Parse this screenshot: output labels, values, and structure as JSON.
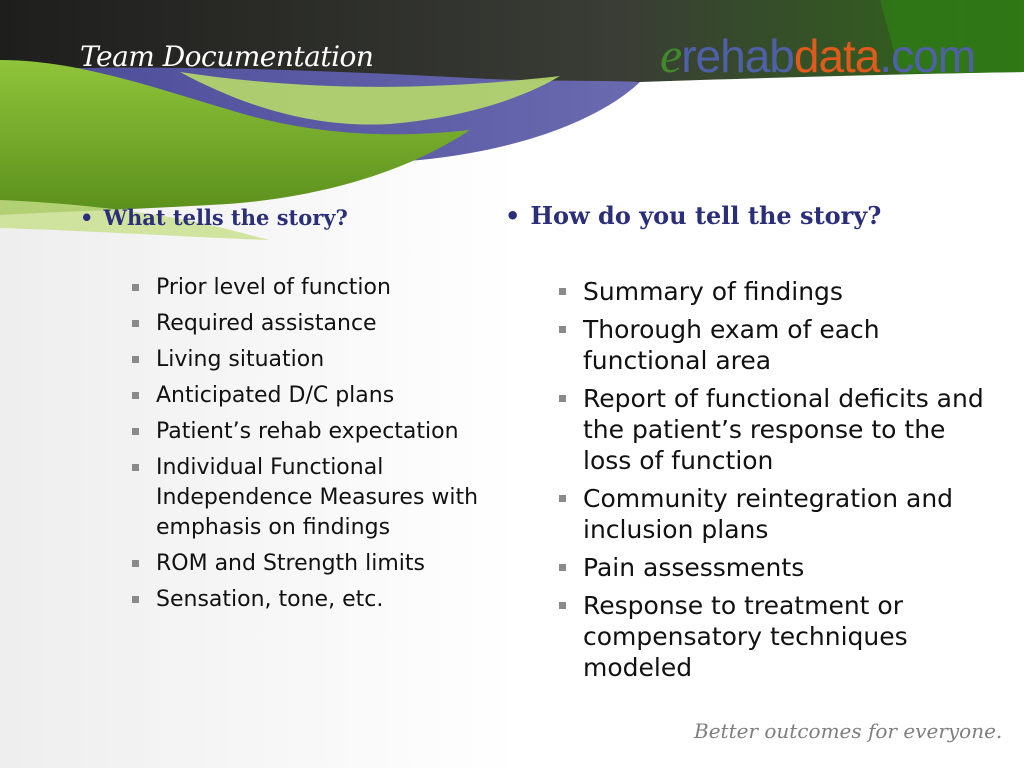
{
  "slide": {
    "title": "Team Documentation",
    "logo": {
      "part_e": "e",
      "part_rehab": "rehab",
      "part_data": "data",
      "part_com": ".com"
    },
    "tagline": "Better outcomes for everyone.",
    "left_column": {
      "bullet": "•",
      "heading": "What tells the story?",
      "items": [
        "Prior level of function",
        "Required assistance",
        "Living situation",
        "Anticipated D/C plans",
        "Patient’s rehab expectation",
        "Individual Functional Independence Measures with emphasis on findings",
        "ROM and Strength limits",
        "Sensation, tone, etc."
      ]
    },
    "right_column": {
      "bullet": "•",
      "heading": "How do you tell the story?",
      "items": [
        "Summary of findings",
        "Thorough exam of each functional area",
        "Report of functional deficits and the patient’s response to the loss of function",
        "Community reintegration and inclusion plans",
        "Pain assessments",
        "Response to treatment or compensatory techniques modeled"
      ]
    }
  },
  "colors": {
    "header_dark": "#2e302c",
    "green_band": "#7fb428",
    "light_green": "#b7d96a",
    "purple_band": "#5a5aa2",
    "heading_blue": "#2b2f7a",
    "logo_green": "#3f8a2c",
    "logo_blue": "#5060a8",
    "logo_orange": "#e05a1c",
    "tagline_gray": "#7f7f7f"
  }
}
